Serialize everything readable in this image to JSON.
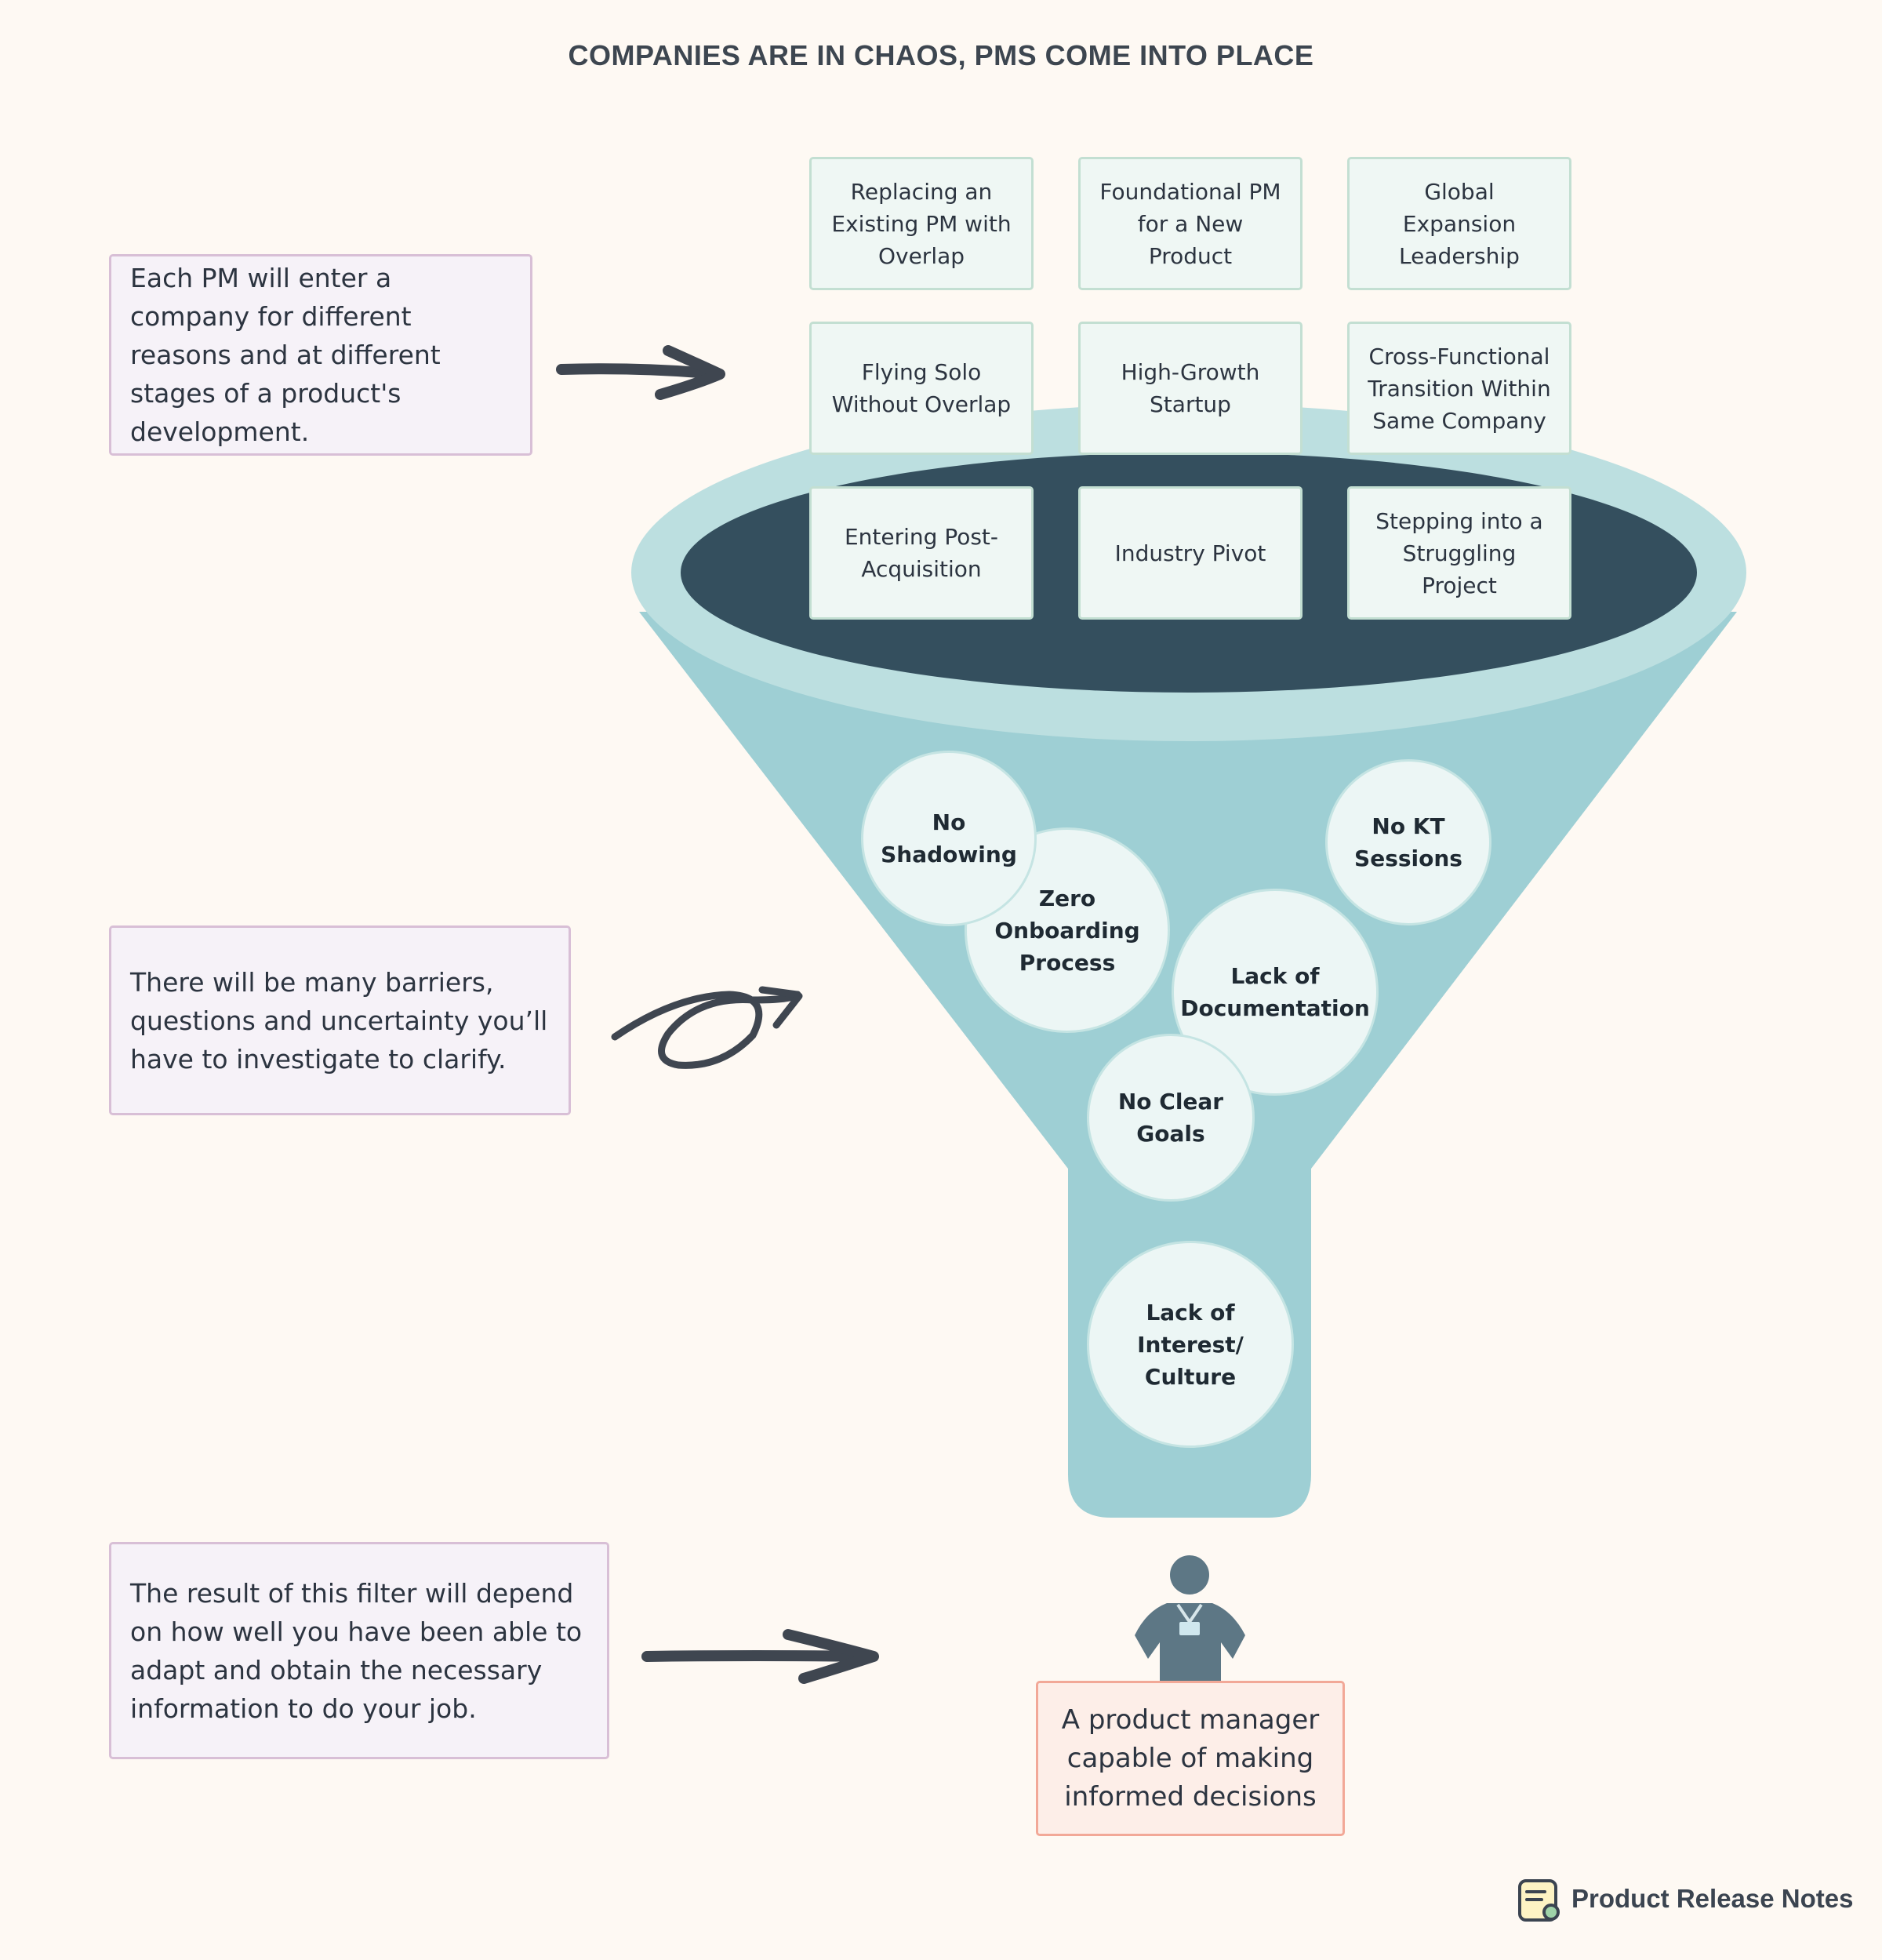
{
  "title": "COMPANIES ARE IN CHAOS, PMS COME INTO PLACE",
  "notes": {
    "entry": "Each PM will enter a company for different reasons and at different stages of a product's development.",
    "barriers": "There will be many barriers, questions and uncertainty you’ll have to investigate to clarify.",
    "result": "The result of this filter will depend on how well you have been able to adapt and obtain the necessary information to do your job."
  },
  "stages": [
    "Replacing an Existing PM with Overlap",
    "Foundational PM for a New Product",
    "Global Expansion Leadership",
    "Flying Solo Without Overlap",
    "High-Growth Startup",
    "Cross-Functional Transition Within Same Company",
    "Entering Post-Acquisition",
    "Industry Pivot",
    "Stepping into a Struggling Project"
  ],
  "barriers": [
    "No Shadowing",
    "Zero Onboarding Process",
    "No KT Sessions",
    "Lack of Documentation",
    "No Clear Goals",
    "Lack of Interest/ Culture"
  ],
  "result": "A product manager capable of making informed decisions",
  "brand": {
    "name": "Product Release Notes",
    "icon": "notes-logo-icon"
  },
  "colors": {
    "background": "#fef9f3",
    "funnel_body": "#9ecfd4",
    "funnel_rim": "#bcdfe0",
    "funnel_opening": "#344f5e",
    "person": "#5d7785",
    "note_border": "#d8bfd6",
    "result_border": "#f2a897",
    "arrow": "#3f4650"
  }
}
